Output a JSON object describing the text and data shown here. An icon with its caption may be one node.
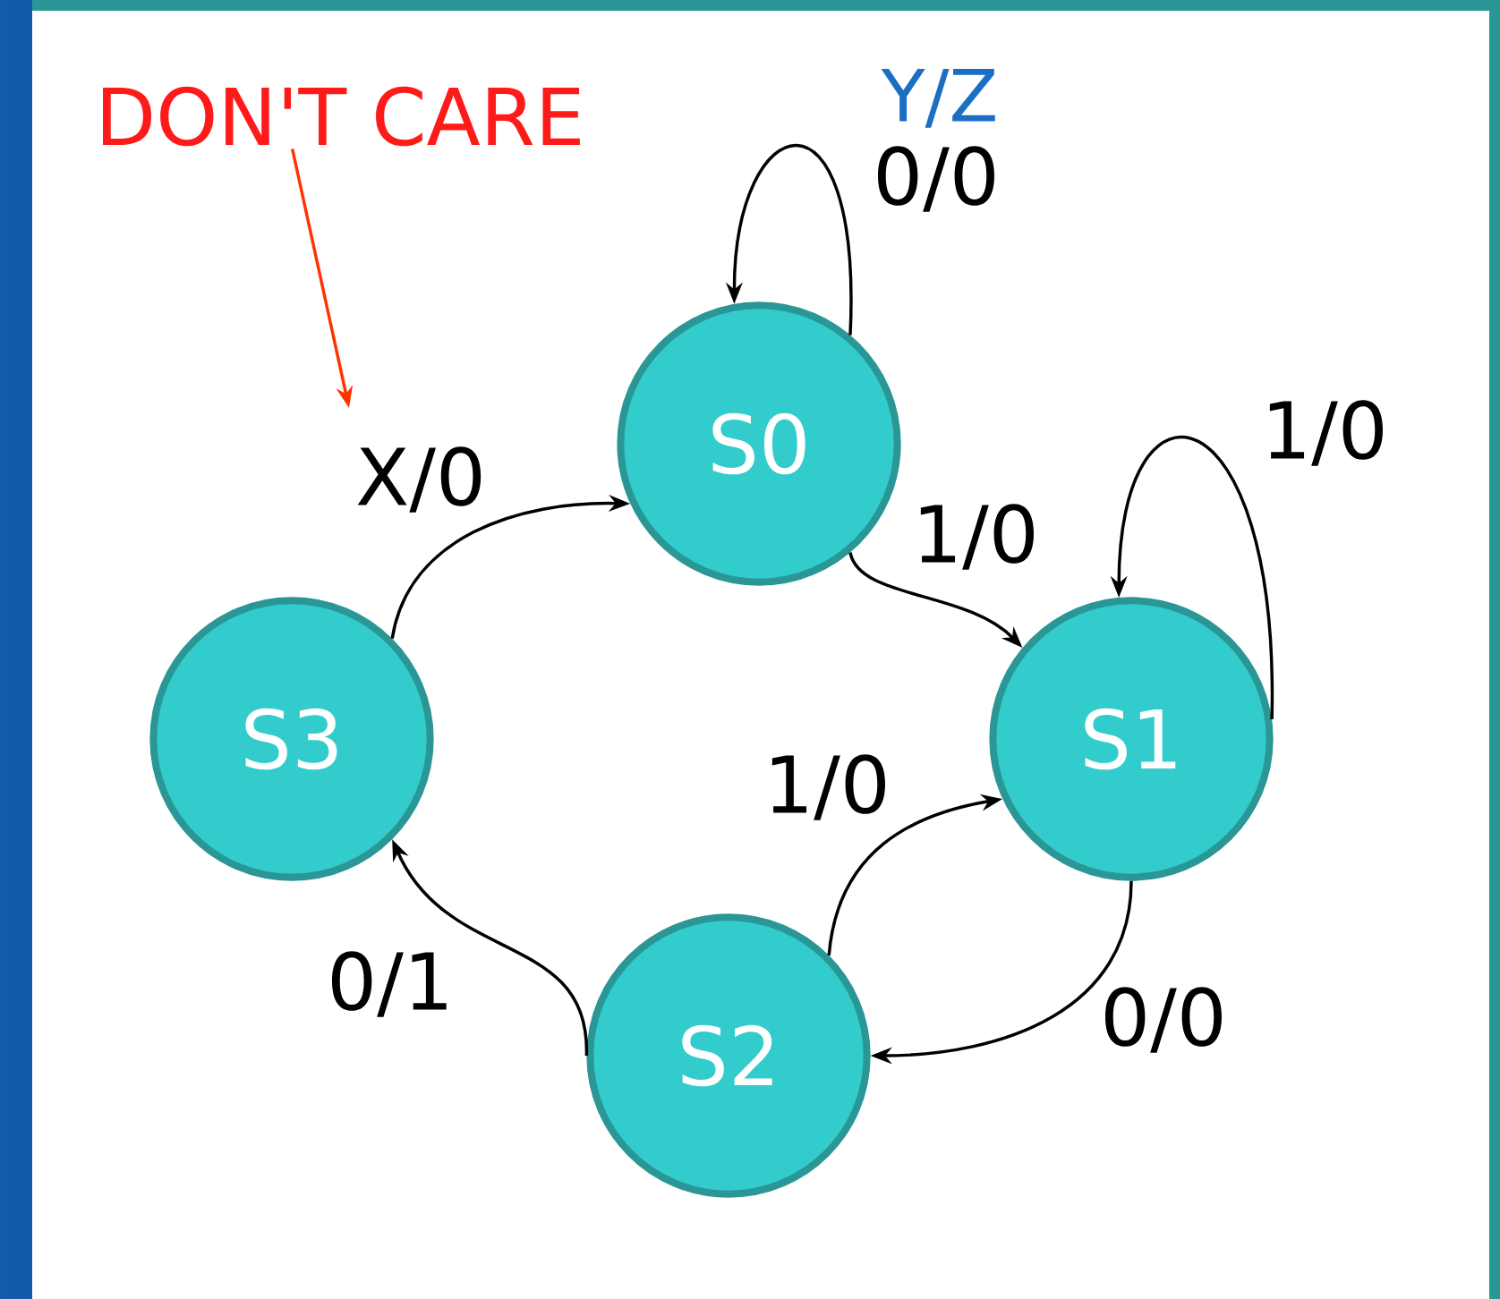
{
  "diagram": {
    "nodes": [
      {
        "text": [
          "S0"
        ]
      },
      {
        "text": [
          "S1"
        ]
      },
      {
        "text": [
          "S2"
        ]
      },
      {
        "text": [
          "S3"
        ]
      },
      {
        "text": [
          "DON'T CARE"
        ]
      }
    ],
    "edges": [
      {
        "from": 0,
        "to": 0,
        "arrow": "to",
        "label": "0/0"
      },
      {
        "from": 0,
        "to": 1,
        "arrow": "to",
        "label": "1/0"
      },
      {
        "from": 1,
        "to": 1,
        "arrow": "to",
        "label": "1/0"
      },
      {
        "from": 1,
        "to": 2,
        "arrow": "to",
        "label": "0/0"
      },
      {
        "from": 2,
        "to": 1,
        "arrow": "to",
        "label": "1/0"
      },
      {
        "from": 2,
        "to": 3,
        "arrow": "to",
        "label": "0/1"
      },
      {
        "from": 3,
        "to": 0,
        "arrow": "to",
        "label": "X/0"
      },
      {
        "from": 4,
        "to": null,
        "arrow": "to",
        "color": "#ff3300"
      }
    ],
    "labels": [
      "Y/Z"
    ]
  }
}
